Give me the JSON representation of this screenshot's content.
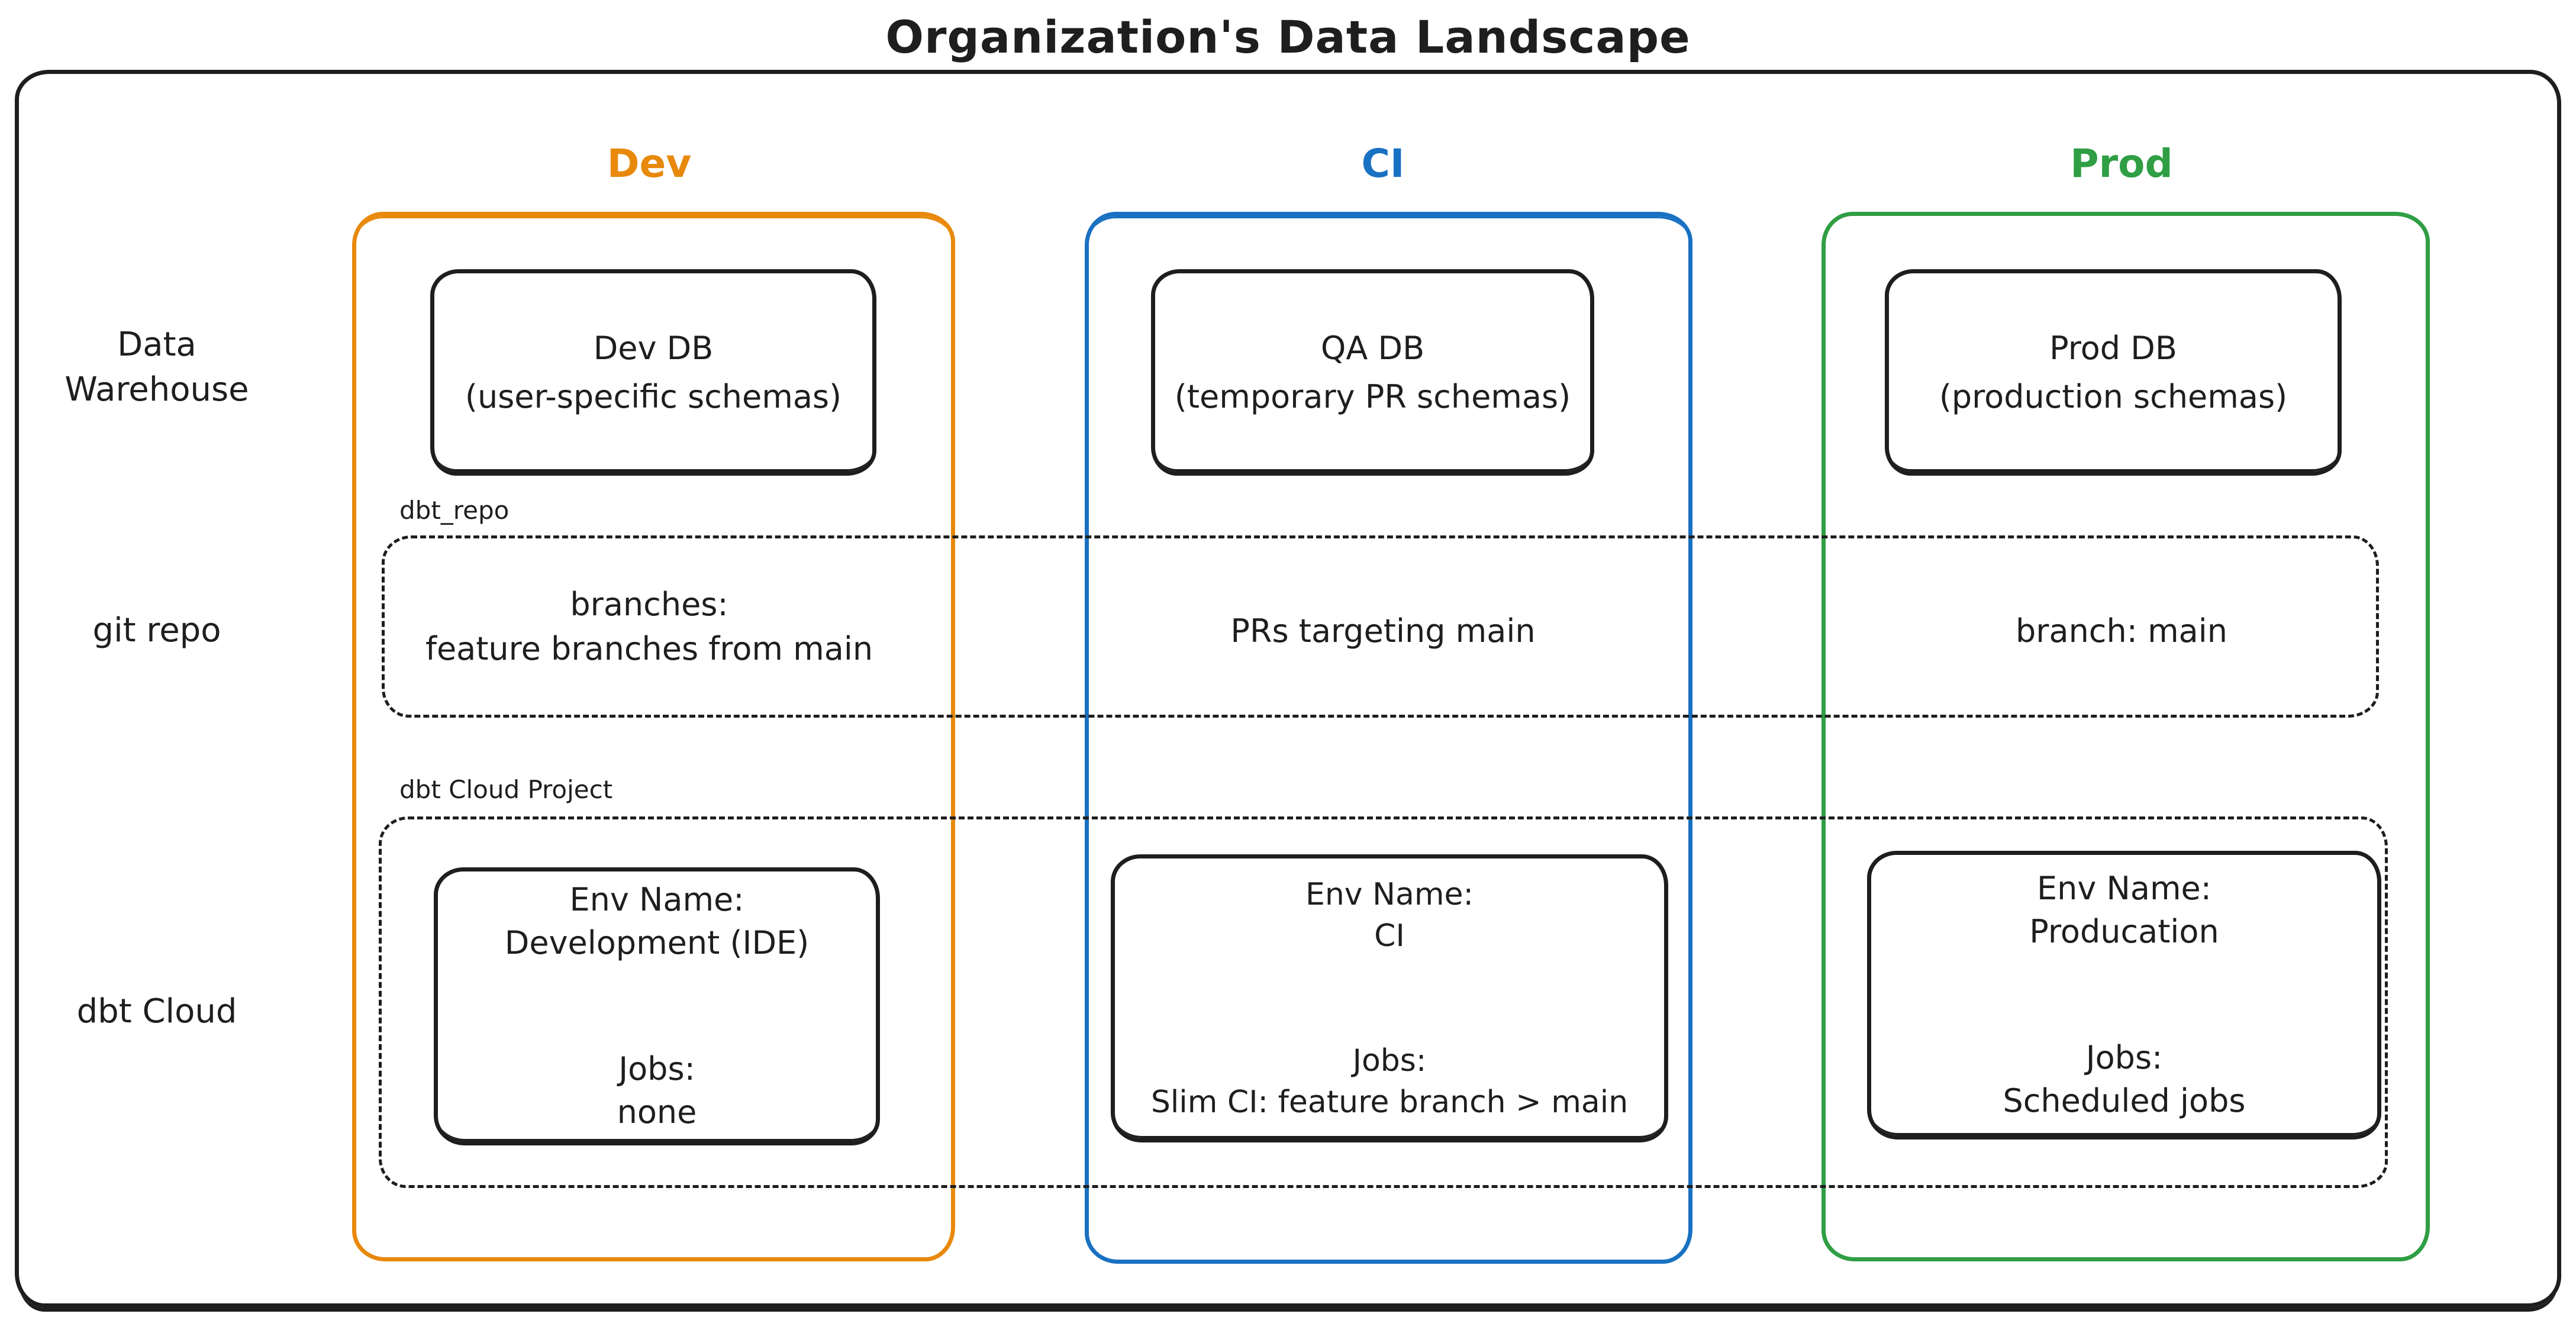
{
  "title": "Organization's Data Landscape",
  "colors": {
    "ink": "#1e1e1e",
    "dev_accent": "#e8890c",
    "ci_accent": "#1971c2",
    "prod_accent": "#2f9e44"
  },
  "rows": [
    {
      "label": "Data\nWarehouse"
    },
    {
      "label": "git repo"
    },
    {
      "label": "dbt Cloud"
    }
  ],
  "bands": [
    {
      "label": "dbt_repo"
    },
    {
      "label": "dbt Cloud Project"
    }
  ],
  "columns": [
    {
      "id": "dev",
      "label": "Dev",
      "db": {
        "name": "Dev DB",
        "detail": "(user-specific schemas)"
      },
      "git_text": "branches:\nfeature branches from main",
      "env": {
        "env_label": "Env Name:",
        "env_value": "Development (IDE)",
        "jobs_label": "Jobs:",
        "jobs_value": "none"
      }
    },
    {
      "id": "ci",
      "label": "CI",
      "db": {
        "name": "QA DB",
        "detail": "(temporary PR schemas)"
      },
      "git_text": "PRs targeting main",
      "env": {
        "env_label": "Env Name:",
        "env_value": "CI",
        "jobs_label": "Jobs:",
        "jobs_value": "Slim CI: feature branch > main"
      }
    },
    {
      "id": "prod",
      "label": "Prod",
      "db": {
        "name": "Prod DB",
        "detail": "(production schemas)"
      },
      "git_text": "branch: main",
      "env": {
        "env_label": "Env Name:",
        "env_value": "Producation",
        "jobs_label": "Jobs:",
        "jobs_value": "Scheduled jobs"
      }
    }
  ]
}
